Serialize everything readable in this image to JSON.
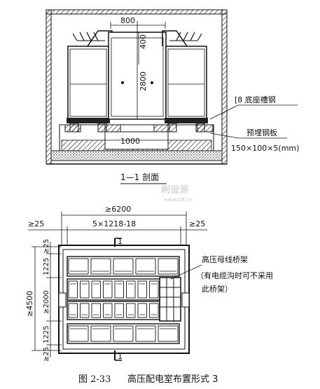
{
  "section": {
    "dim_top": "800",
    "dim_top2": "400",
    "dim_height": "2800",
    "dim_bottom": "1000",
    "label_channel": "[8 底座槽钢",
    "label_plate": "预埋钢板",
    "label_plate_size": "150×100×5(mm)",
    "caption": "1—1 剖面"
  },
  "watermark": {
    "logo": "刷设源",
    "url": "www.cdt.cn"
  },
  "plan": {
    "dim_total_width": "≥6200",
    "dim_modules": "5×1218-18",
    "dim_left_clear": "≥25",
    "dim_right_clear": "≥25",
    "dim_row_top": "≥25",
    "dim_row1": "1225",
    "dim_row2": "≥2000",
    "dim_row3": "1225",
    "dim_row_bottom": "≥25",
    "dim_total_depth": "≥4500",
    "section_mark_top": "1",
    "section_mark_bottom": "1",
    "label_busbar": "高压母线桥架",
    "note_line1": "（有电缆沟时可不采用",
    "note_line2": "此桥架）"
  },
  "figure": {
    "number": "图 2-33",
    "title": "高压配电室布置形式 3"
  }
}
